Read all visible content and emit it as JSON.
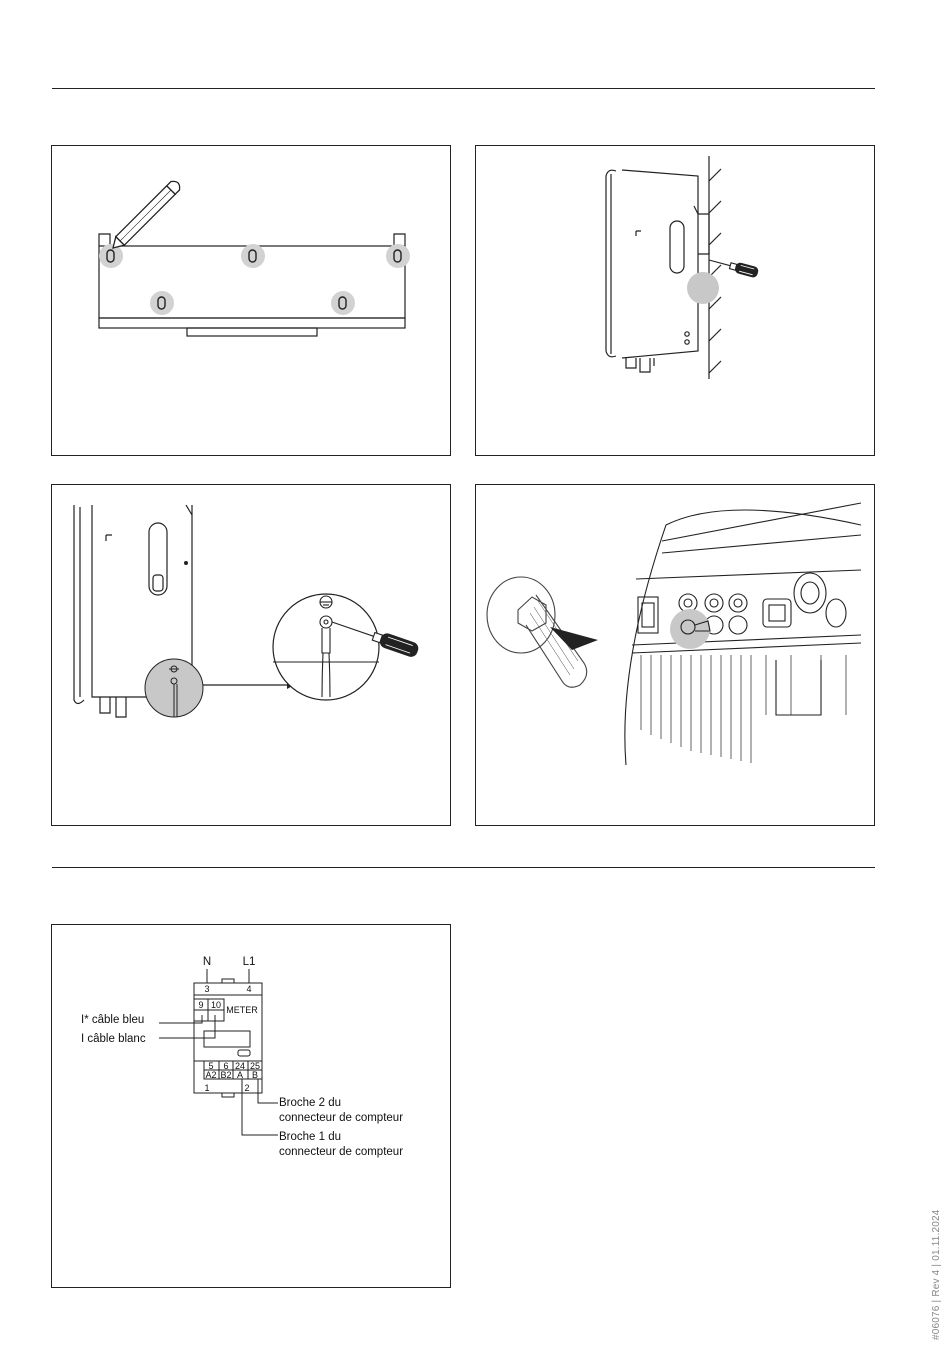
{
  "doc_ref": "#06076 | Rev 4 | 01.11.2024",
  "meter_diagram": {
    "top_terminal_n": "N",
    "top_terminal_l1": "L1",
    "num_3": "3",
    "num_4": "4",
    "num_9": "9",
    "num_10": "10",
    "meter_label": "METER",
    "bottom_terminals": [
      "5",
      "6",
      "24",
      "25"
    ],
    "bottom_sub": [
      "A2",
      "B2",
      "A",
      "B"
    ],
    "num_1": "1",
    "num_2": "2",
    "label_blue": "I* câble bleu",
    "label_white": "I  câble blanc",
    "pin2_line1": "Broche 2 du",
    "pin2_line2": "connecteur de compteur",
    "pin1_line1": "Broche 1 du",
    "pin1_line2": "connecteur de compteur"
  },
  "colors": {
    "line": "#222222",
    "highlight": "#c8c8c8",
    "note": "#888888"
  },
  "icons": [
    "pencil-icon",
    "screwdriver-icon",
    "ground-symbol-icon",
    "bolt-icon"
  ]
}
